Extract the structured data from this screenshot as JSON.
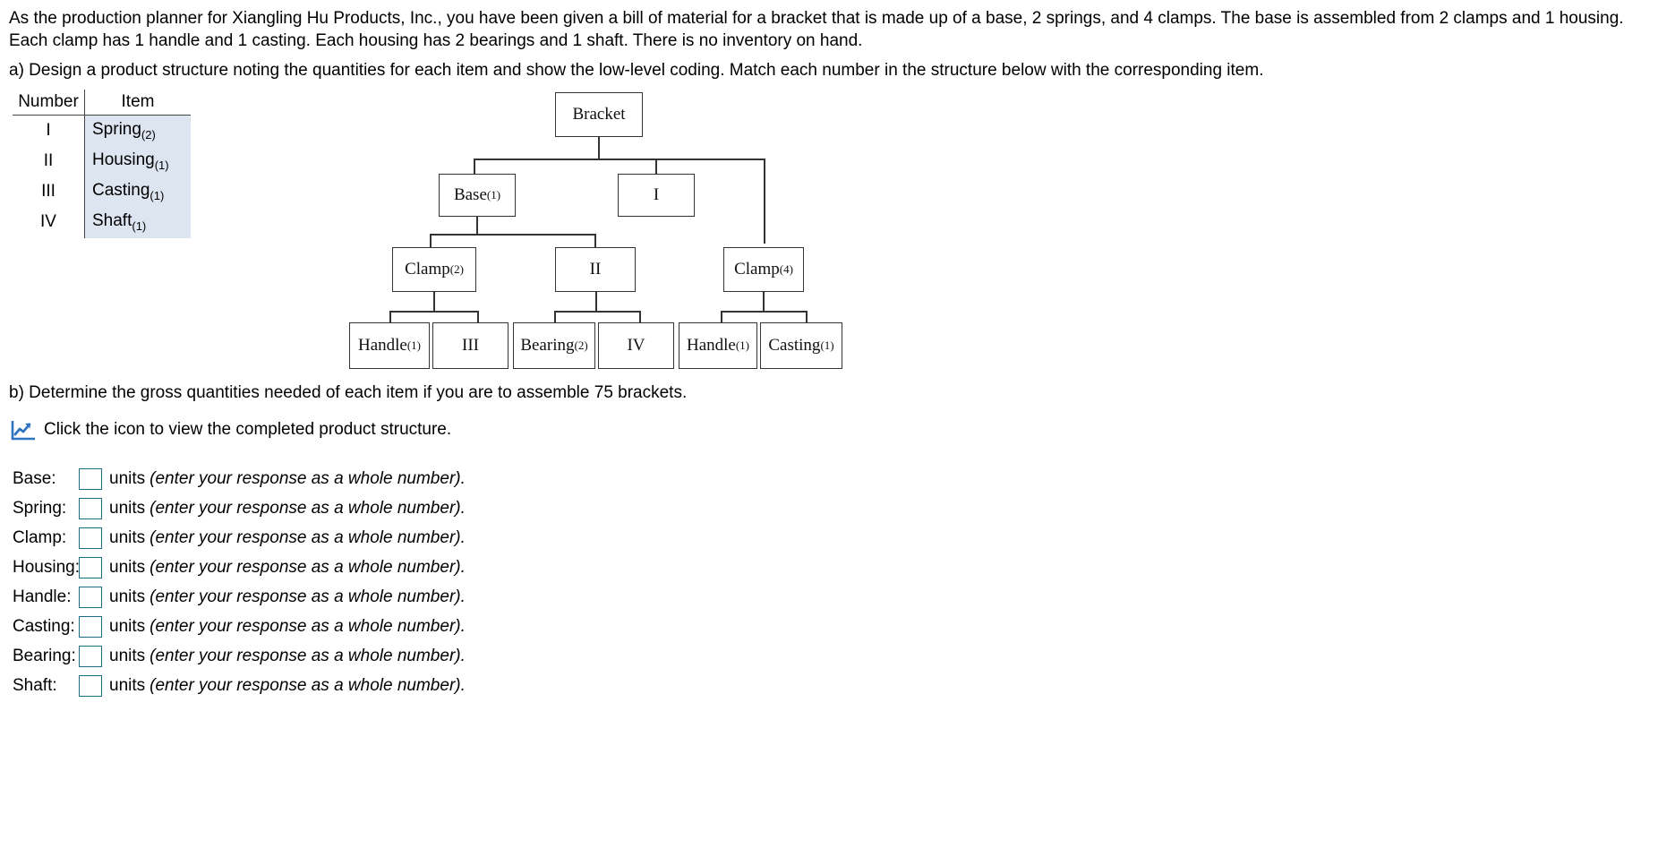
{
  "intro": "As the production planner for Xiangling Hu Products, Inc., you have been given a bill of material for a bracket that is made up of a base, 2 springs, and 4 clamps. The base is assembled from 2 clamps and 1 housing. Each clamp has 1 handle and 1 casting. Each housing has 2 bearings and 1 shaft. There is no inventory on hand.",
  "part_a": "a) Design a product structure noting the quantities for each item and show the low-level coding. Match each number in the structure below with the corresponding item.",
  "part_b": "b) Determine the gross quantities needed of each item if you are to assemble 75 brackets.",
  "icon_line": {
    "icon": "line-chart-icon",
    "text": "Click the icon to view the completed product structure."
  },
  "legend": {
    "headers": [
      "Number",
      "Item"
    ],
    "rows": [
      {
        "number": "I",
        "item": "Spring",
        "qty": "(2)"
      },
      {
        "number": "II",
        "item": "Housing",
        "qty": "(1)"
      },
      {
        "number": "III",
        "item": "Casting",
        "qty": "(1)"
      },
      {
        "number": "IV",
        "item": "Shaft",
        "qty": "(1)"
      }
    ],
    "highlight_color": "#dde5f0"
  },
  "tree": {
    "nodes": [
      {
        "id": "bracket",
        "label": "Bracket",
        "qty": "",
        "level": 0
      },
      {
        "id": "base",
        "label": "Base",
        "qty": "(1)",
        "level": 1
      },
      {
        "id": "spring",
        "label": "I",
        "qty": "",
        "level": 1
      },
      {
        "id": "clamp2",
        "label": "Clamp",
        "qty": "(2)",
        "level": 2
      },
      {
        "id": "housing",
        "label": "II",
        "qty": "",
        "level": 2
      },
      {
        "id": "clamp4",
        "label": "Clamp",
        "qty": "(4)",
        "level": 2
      },
      {
        "id": "handle1",
        "label": "Handle",
        "qty": "(1)",
        "level": 3
      },
      {
        "id": "casting1",
        "label": "III",
        "qty": "",
        "level": 3
      },
      {
        "id": "bearing",
        "label": "Bearing",
        "qty": "(2)",
        "level": 3
      },
      {
        "id": "shaft",
        "label": "IV",
        "qty": "",
        "level": 3
      },
      {
        "id": "handle2",
        "label": "Handle",
        "qty": "(1)",
        "level": 3
      },
      {
        "id": "casting2",
        "label": "Casting",
        "qty": "(1)",
        "level": 3
      }
    ]
  },
  "answers": {
    "units_label": "units",
    "hint": "(enter your response as a whole number).",
    "rows": [
      {
        "label": "Base:",
        "value": ""
      },
      {
        "label": "Spring:",
        "value": ""
      },
      {
        "label": "Clamp:",
        "value": ""
      },
      {
        "label": "Housing:",
        "value": ""
      },
      {
        "label": "Handle:",
        "value": ""
      },
      {
        "label": "Casting:",
        "value": ""
      },
      {
        "label": "Bearing:",
        "value": ""
      },
      {
        "label": "Shaft:",
        "value": ""
      }
    ]
  }
}
